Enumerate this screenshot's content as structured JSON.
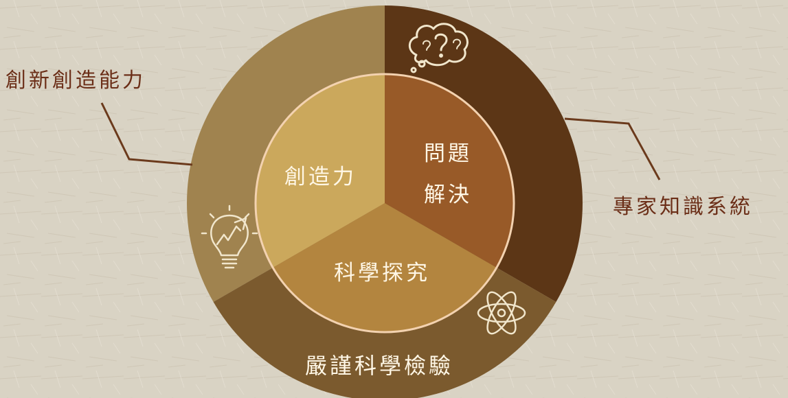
{
  "colors": {
    "background": "#d9d3c4",
    "outer_left": "#a0834f",
    "outer_right": "#5c3616",
    "outer_bottom": "#7b5a2e",
    "inner_left": "#cba85c",
    "inner_right": "#985a28",
    "inner_bottom": "#b3853f",
    "inner_border": "#f3d2b0",
    "leader_line": "#6b3a1c",
    "label_text": "#6b2e17",
    "inner_text": "#fff7e6",
    "icon_stroke": "#f1e6cc"
  },
  "outer_labels": {
    "left": "創新創造能力",
    "right": "專家知識系統",
    "bottom": "嚴謹科學檢驗"
  },
  "inner_labels": {
    "creativity": "創造力",
    "problem_line1": "問題",
    "problem_line2": "解決",
    "inquiry": "科學探究"
  },
  "icons": {
    "top_right": "thought-bubble-question-icon",
    "left": "lightbulb-growth-icon",
    "bottom_right": "atom-icon"
  }
}
